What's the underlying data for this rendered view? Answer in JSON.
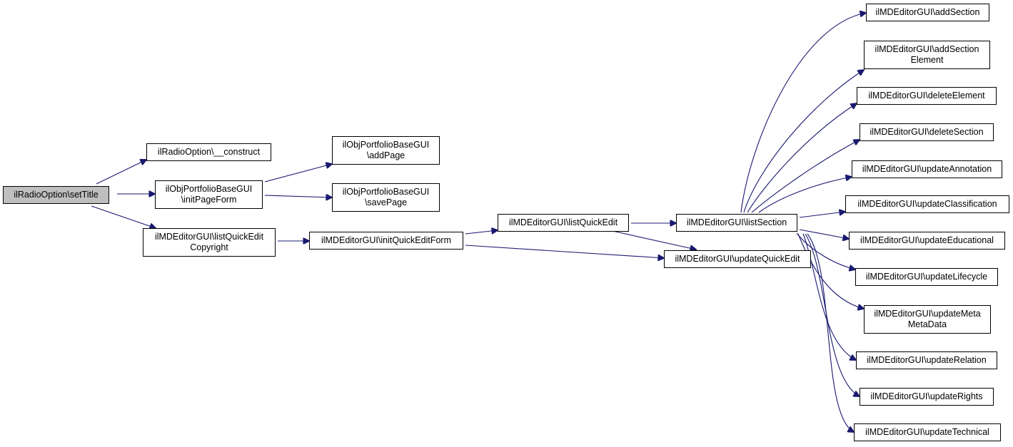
{
  "colors": {
    "edge": "#191970",
    "root_fill": "#bfbfbf",
    "node_fill": "#ffffff",
    "border": "#000000"
  },
  "nodes": {
    "setTitle": "ilRadioOption\\setTitle",
    "construct": "ilRadioOption\\__construct",
    "initPageForm": "ilObjPortfolioBaseGUI\n\\initPageForm",
    "listQuickEditCopyright": "ilMDEditorGUI\\listQuickEdit\nCopyright",
    "addPage": "ilObjPortfolioBaseGUI\n\\addPage",
    "savePage": "ilObjPortfolioBaseGUI\n\\savePage",
    "initQuickEditForm": "ilMDEditorGUI\\initQuickEditForm",
    "listQuickEdit": "ilMDEditorGUI\\listQuickEdit",
    "listSection": "ilMDEditorGUI\\listSection",
    "updateQuickEdit": "ilMDEditorGUI\\updateQuickEdit",
    "addSection": "ilMDEditorGUI\\addSection",
    "addSectionElement": "ilMDEditorGUI\\addSection\nElement",
    "deleteElement": "ilMDEditorGUI\\deleteElement",
    "deleteSection": "ilMDEditorGUI\\deleteSection",
    "updateAnnotation": "ilMDEditorGUI\\updateAnnotation",
    "updateClassification": "ilMDEditorGUI\\updateClassification",
    "updateEducational": "ilMDEditorGUI\\updateEducational",
    "updateLifecycle": "ilMDEditorGUI\\updateLifecycle",
    "updateMetaMetaData": "ilMDEditorGUI\\updateMeta\nMetaData",
    "updateRelation": "ilMDEditorGUI\\updateRelation",
    "updateRights": "ilMDEditorGUI\\updateRights",
    "updateTechnical": "ilMDEditorGUI\\updateTechnical"
  }
}
